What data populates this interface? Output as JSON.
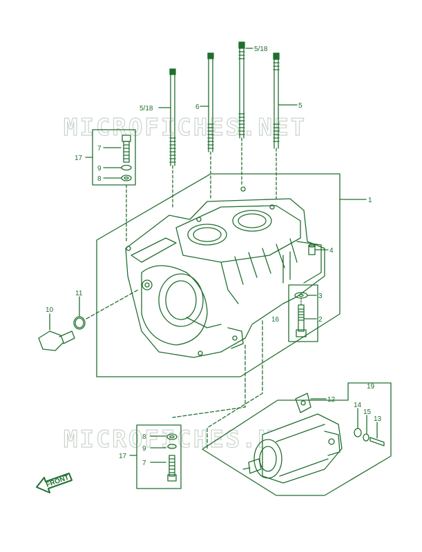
{
  "watermark": "MICROFICHES.NET",
  "front_label": "FRONT",
  "colors": {
    "line": "#1f6e2e",
    "fill_light": "#eaf2ea",
    "watermark": "#c9d3cb"
  },
  "callouts": {
    "stud_5_18_top": "5/18",
    "stud_5_18_left": "5/18",
    "stud_6": "6",
    "stud_5": "5",
    "crankcase_1": "1",
    "bolt_group_17_top": "17",
    "bolt_7_top": "7",
    "washer_9_top": "9",
    "washer_8_top": "8",
    "dowel_4": "4",
    "washer_3": "3",
    "bolt_2": "2",
    "bolt_group_16": "16",
    "plug_10": "10",
    "oring_11": "11",
    "plate_12": "12",
    "starter_group_19": "19",
    "nut_14": "14",
    "washer_15": "15",
    "bolt_13": "13",
    "washer_8_bottom": "8",
    "washer_9_bottom": "9",
    "bolt_group_17_bottom": "17",
    "bolt_7_bottom": "7"
  }
}
